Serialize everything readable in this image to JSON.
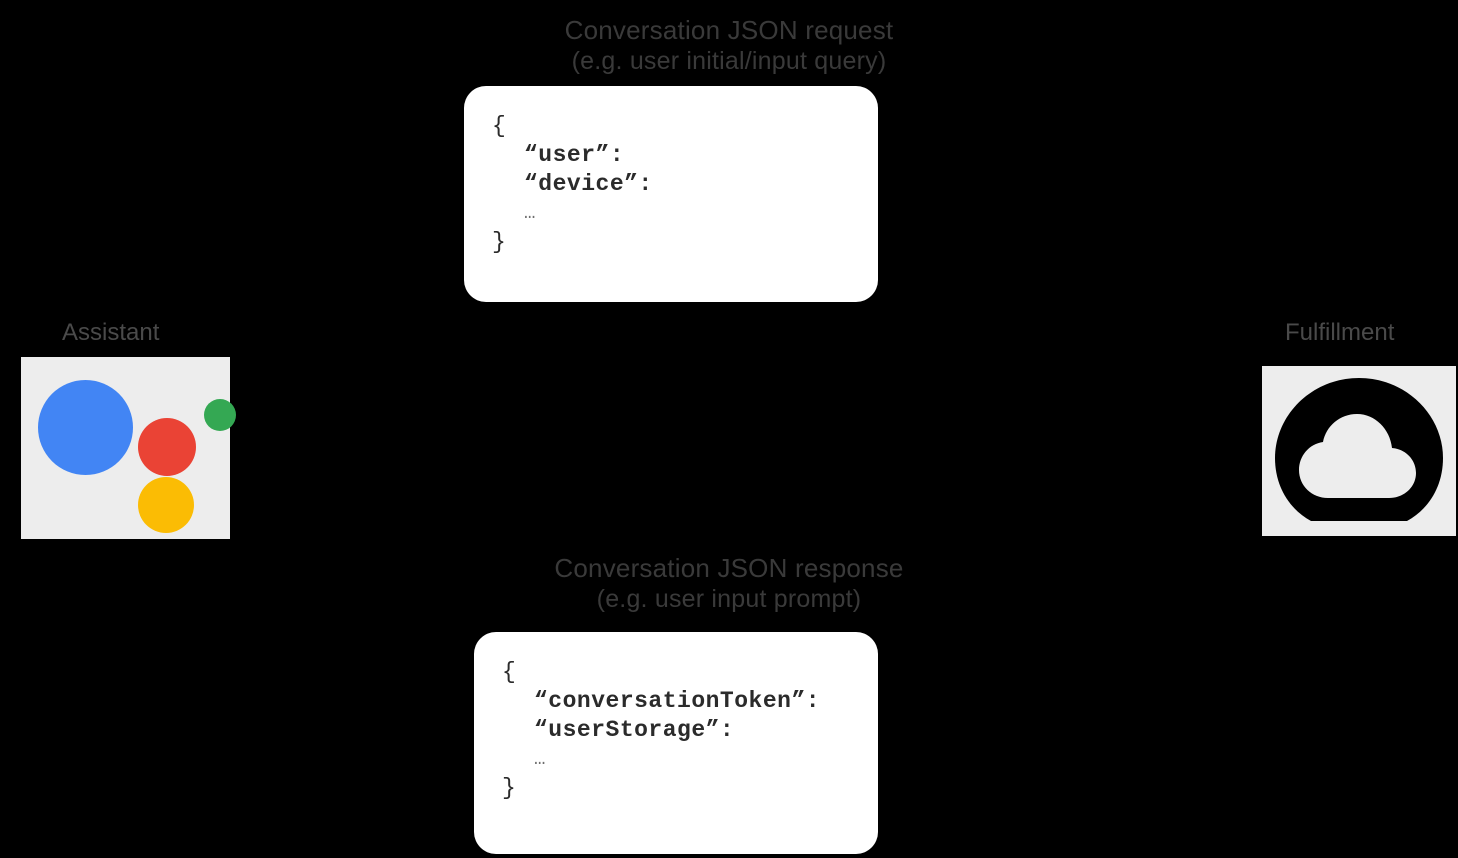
{
  "diagram": {
    "background_color": "#000000",
    "arrow_color": "#000000",
    "tile_background": "#ededed"
  },
  "request_flow": {
    "title": "Conversation JSON request",
    "subtitle": "(e.g. user initial/input query)",
    "arrow_icon": "arrow-down-icon",
    "direction": "assistant-to-fulfillment"
  },
  "response_flow": {
    "title": "Conversation JSON response",
    "subtitle": "(e.g. user input prompt)",
    "arrow_icon": "arrow-up-icon",
    "direction": "fulfillment-to-assistant"
  },
  "endpoints": {
    "assistant": {
      "label": "Assistant",
      "icon": "google-assistant-icon",
      "colors": {
        "blue": "#4285f4",
        "red": "#ea4335",
        "green": "#34a853",
        "yellow": "#fbbc04"
      }
    },
    "fulfillment": {
      "label": "Fulfillment",
      "icon": "cloud-icon",
      "colors": {
        "mark": "#000000",
        "cutout": "#ededed"
      }
    }
  },
  "request_json": {
    "lines": [
      "{",
      "“user”:",
      "“device”:",
      "…",
      "}"
    ]
  },
  "response_json": {
    "lines": [
      "{",
      "“conversationToken”:",
      "“userStorage”:",
      "…",
      "}"
    ]
  }
}
